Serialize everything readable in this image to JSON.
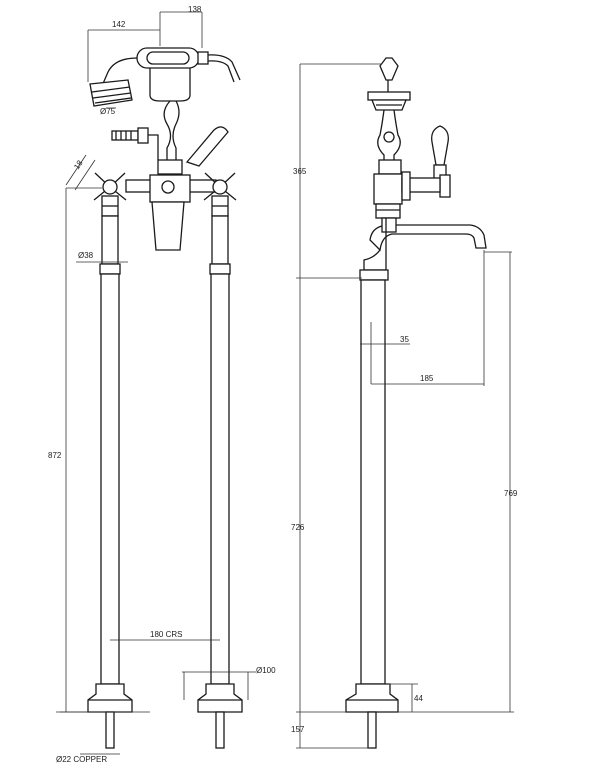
{
  "front_view": {
    "dim_handset_length": "142",
    "dim_hose_offset": "138",
    "dim_handset_head": "Ø75",
    "dim_spindle": "18",
    "dim_column_diameter": "Ø38",
    "dim_overall_height": "872",
    "dim_centres": "180 CRS",
    "dim_base_diameter": "Ø100",
    "label_pipe": "Ø22 COPPER"
  },
  "side_view": {
    "dim_top_height": "365",
    "dim_spout_offset": "35",
    "dim_spout_reach": "185",
    "dim_spout_height": "769",
    "dim_column_height": "726",
    "dim_base_height": "44",
    "dim_pipe_length": "157"
  }
}
